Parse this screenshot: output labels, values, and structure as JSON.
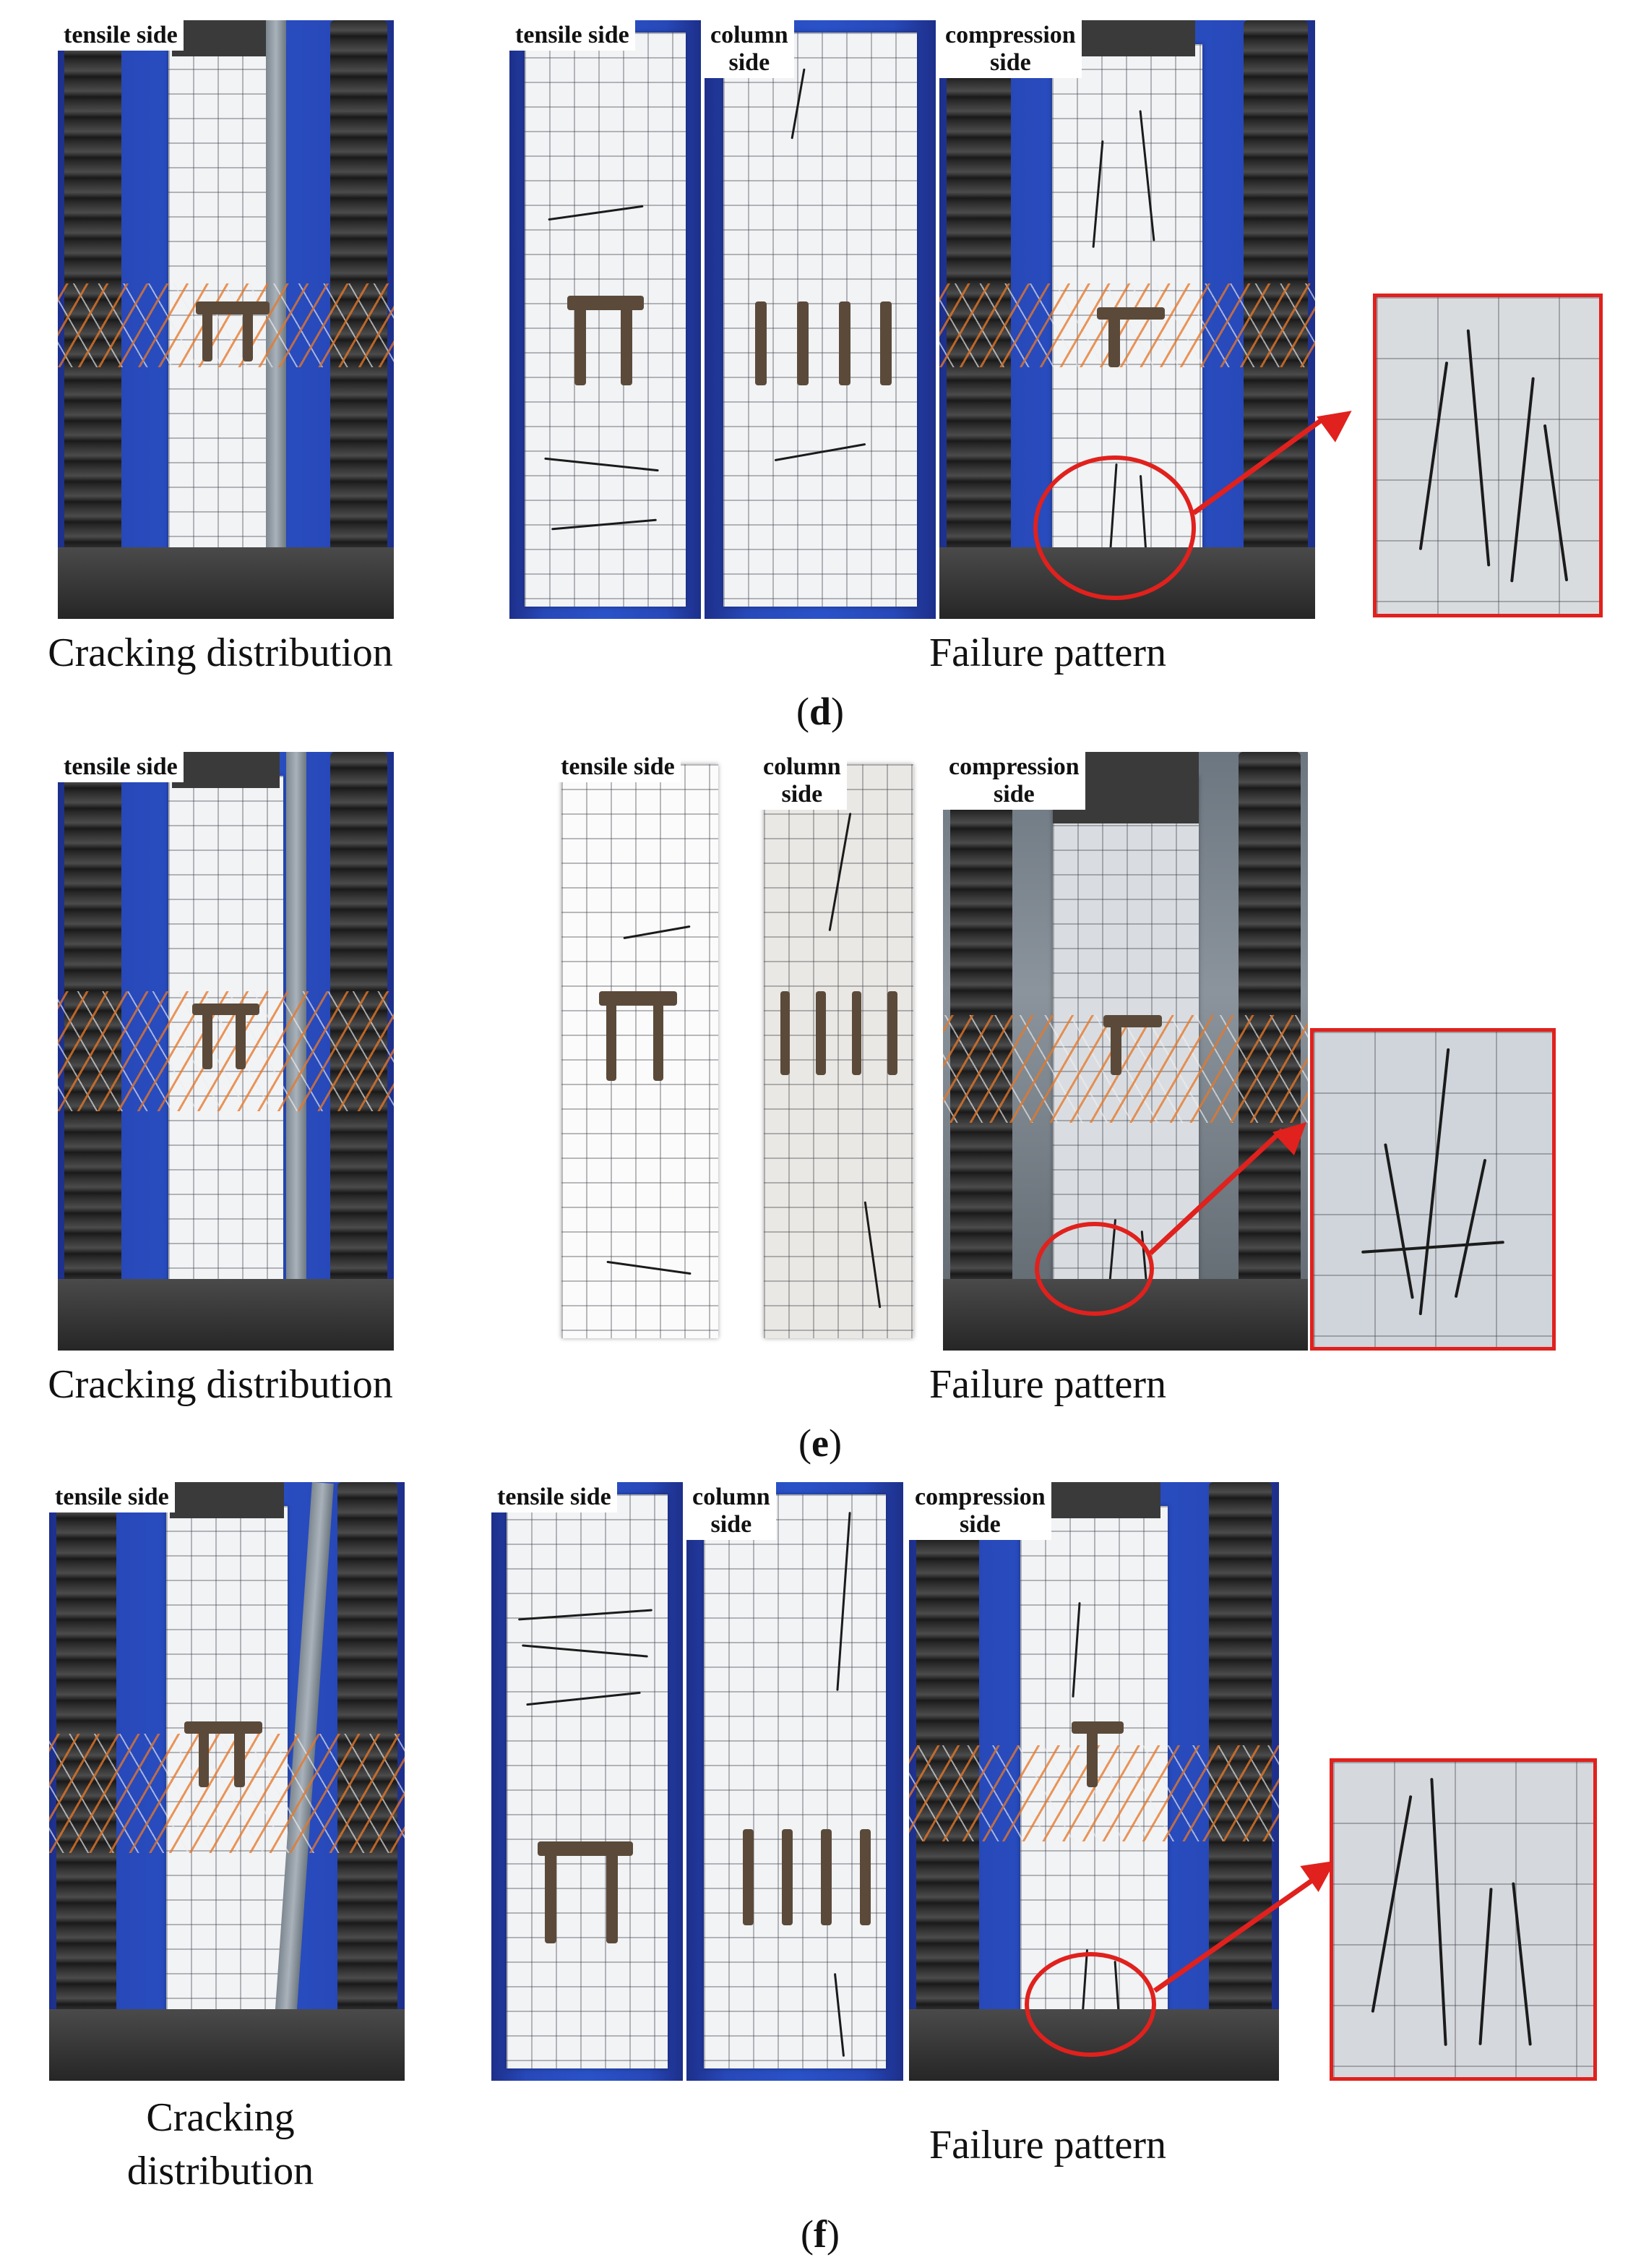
{
  "rows": [
    {
      "letter": "d",
      "crack_photo_label": "tensile side",
      "crack_caption": "Cracking distribution",
      "failure_caption": "Failure pattern",
      "side_labels": [
        "tensile side",
        "column\nside",
        "compression\nside"
      ]
    },
    {
      "letter": "e",
      "crack_photo_label": "tensile side",
      "crack_caption": "Cracking distribution",
      "failure_caption": "Failure pattern",
      "side_labels": [
        "tensile side",
        "column\nside",
        "compression\nside"
      ]
    },
    {
      "letter": "f",
      "crack_photo_label": "tensile side",
      "crack_caption": "Cracking\ndistribution",
      "failure_caption": "Failure pattern",
      "side_labels": [
        "tensile side",
        "column\nside",
        "compression\nside"
      ]
    }
  ],
  "colors": {
    "highlight": "#e0211d",
    "backdrop": "#2a52c8",
    "specimen": "#f1f3f5"
  }
}
